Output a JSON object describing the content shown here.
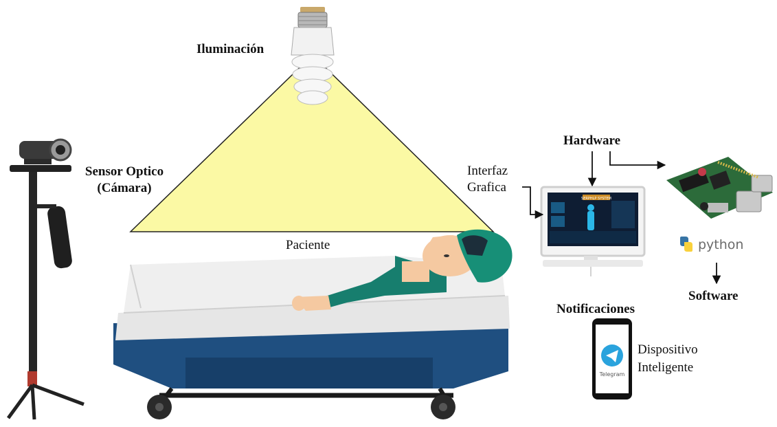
{
  "labels": {
    "lighting": "Iluminación",
    "sensor_line1": "Sensor Optico",
    "sensor_line2": "(Cámara)",
    "patient": "Paciente",
    "interface_line1": "Interfaz",
    "interface_line2": "Grafica",
    "hardware": "Hardware",
    "software": "Software",
    "notifications": "Notificaciones",
    "device_line1": "Dispositivo",
    "device_line2": "Inteligente"
  },
  "screen": {
    "title": "SERPHLP SYSTEM"
  },
  "python_logo": {
    "text": "python"
  },
  "phone": {
    "app_label": "Telegram"
  },
  "colors": {
    "light_cone": "#fbf9a4",
    "mattress": "#ececec",
    "bed_frame": "#1f4f80",
    "patient_shirt": "#177e6e",
    "patient_skin": "#f5c9a1",
    "cap": "#178f77",
    "board": "#2c6b3a",
    "telegram": "#2aa3dd",
    "python_blue": "#3774a5",
    "python_yellow": "#f9d13c"
  }
}
